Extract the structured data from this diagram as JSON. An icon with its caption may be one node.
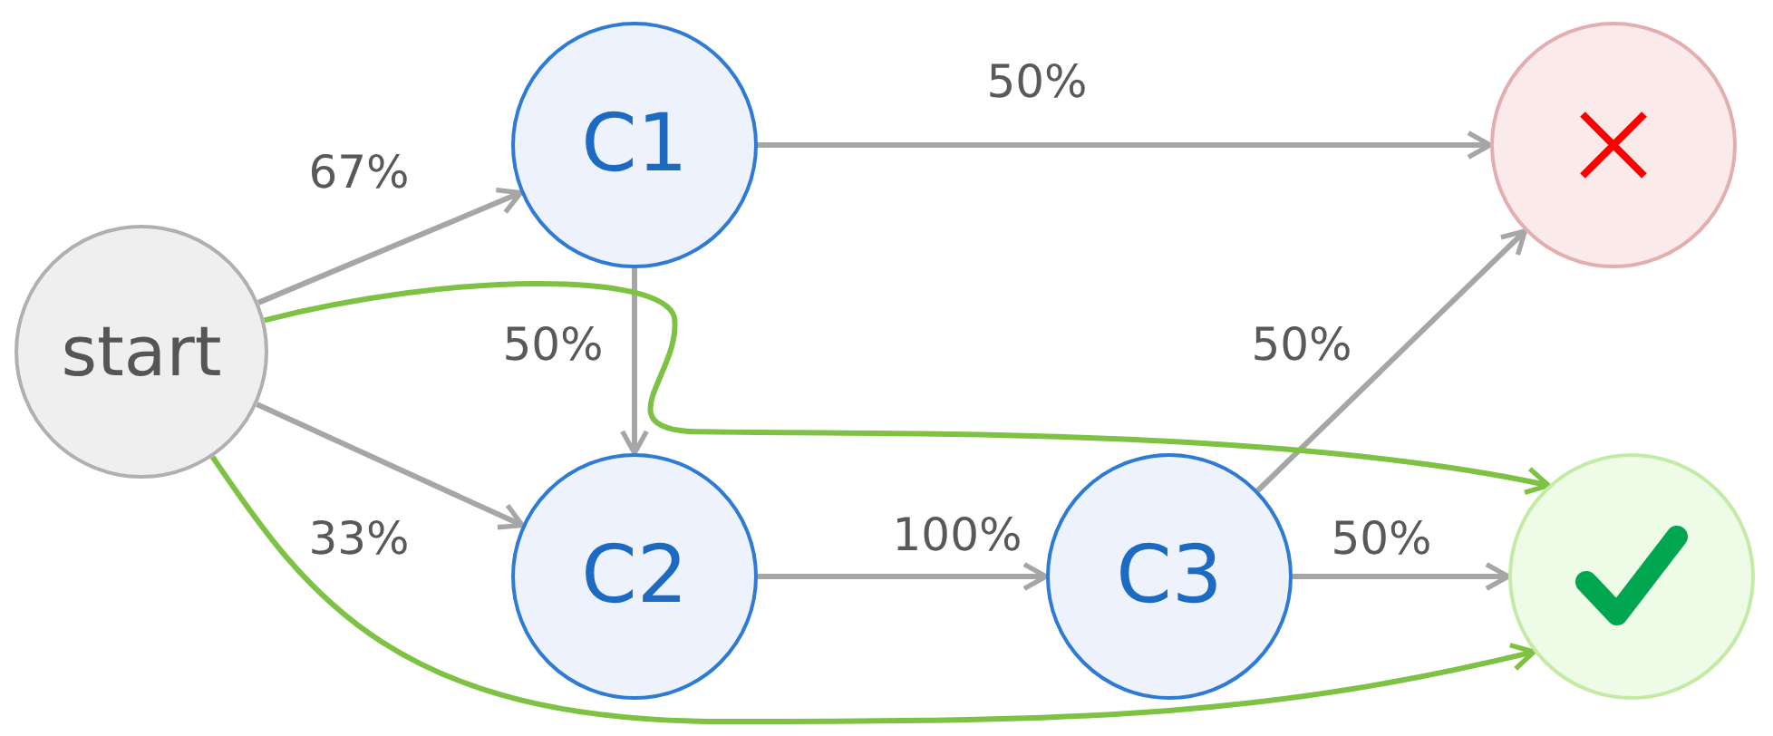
{
  "diagram": {
    "nodes": [
      {
        "text": [
          "start"
        ]
      },
      {
        "text": [
          "C1"
        ]
      },
      {
        "text": [
          "C2"
        ]
      },
      {
        "text": [
          "C3"
        ]
      },
      {
        "text": [],
        "shape": "circle"
      },
      {
        "text": [],
        "shape": "circle"
      }
    ],
    "edges": [
      {
        "from": 0,
        "to": 1,
        "arrow": "to",
        "label": "67%"
      },
      {
        "from": 0,
        "to": 2,
        "arrow": "to",
        "label": "33%"
      },
      {
        "from": 1,
        "to": 4,
        "arrow": "to",
        "label": "50%"
      },
      {
        "from": 1,
        "to": 2,
        "arrow": "to",
        "label": "50%"
      },
      {
        "from": 2,
        "to": 3,
        "arrow": "to",
        "label": "100%"
      },
      {
        "from": 3,
        "to": 4,
        "arrow": "to",
        "label": "50%"
      },
      {
        "from": 3,
        "to": 5,
        "arrow": "to",
        "label": "50%"
      },
      {
        "from": 0,
        "to": 5,
        "arrow": "to",
        "color": "#7dc242"
      },
      {
        "from": 0,
        "to": 5,
        "arrow": "to",
        "color": "#7dc242"
      }
    ]
  }
}
